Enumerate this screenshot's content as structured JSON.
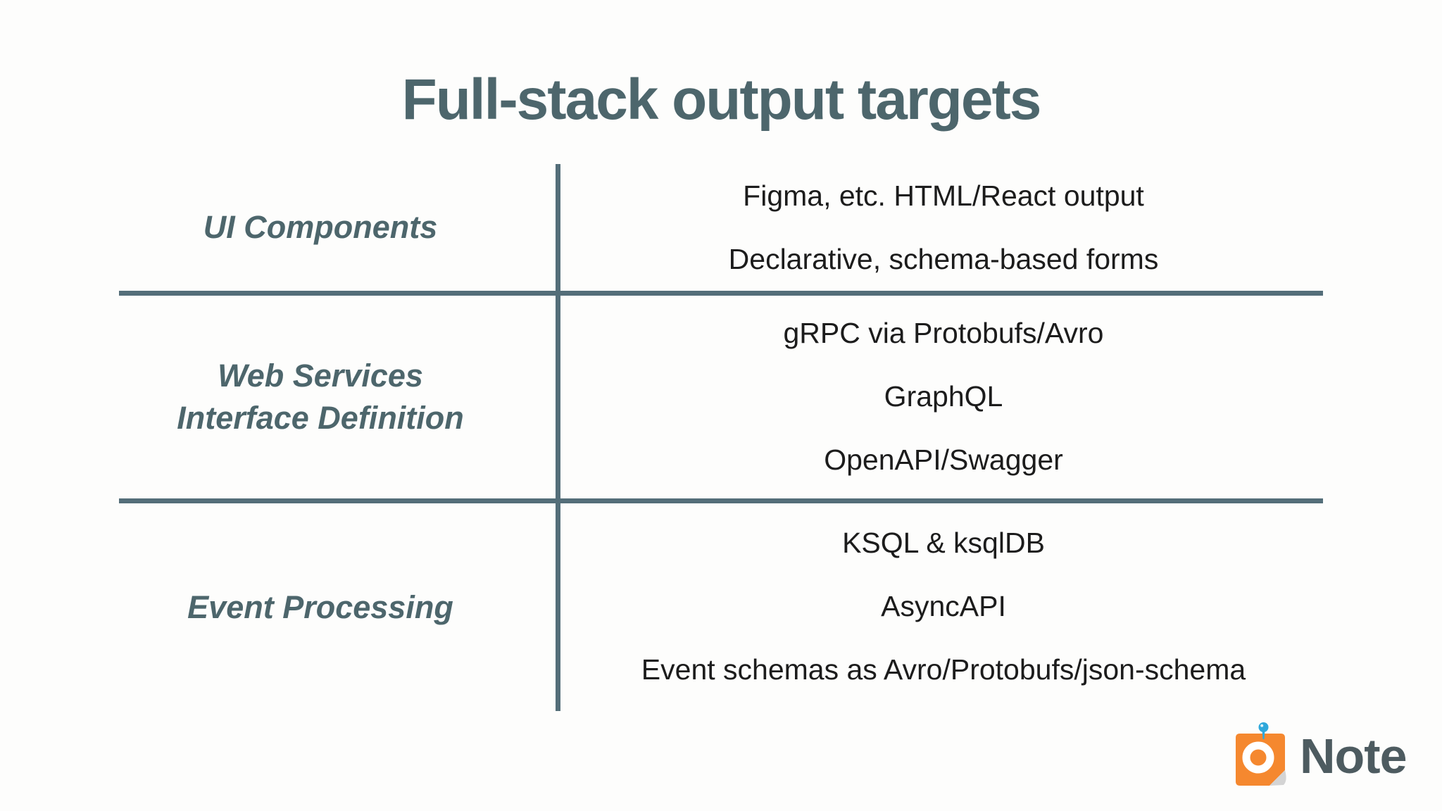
{
  "title": "Full-stack output targets",
  "table": {
    "rows": [
      {
        "label_lines": [
          "UI Components"
        ],
        "items": [
          "Figma, etc. HTML/React output",
          "Declarative, schema-based forms"
        ]
      },
      {
        "label_lines": [
          "Web Services",
          "Interface Definition"
        ],
        "items": [
          "gRPC via Protobufs/Avro",
          "GraphQL",
          "OpenAPI/Swagger"
        ]
      },
      {
        "label_lines": [
          "Event Processing"
        ],
        "items": [
          "KSQL & ksqlDB",
          "AsyncAPI",
          "Event schemas as Avro/Protobufs/json-schema"
        ]
      }
    ]
  },
  "logo": {
    "text": "Note",
    "icon": "sticky-note-with-pushpin-icon"
  },
  "colors": {
    "heading": "#4d666c",
    "line": "#546e79",
    "body_text": "#1c1c1c",
    "background": "#fdfdfc",
    "logo_text": "#4d5b60",
    "logo_orange": "#f5882f",
    "logo_pin_blue": "#2fa8db",
    "logo_curl_gray": "#d4d4d4"
  }
}
